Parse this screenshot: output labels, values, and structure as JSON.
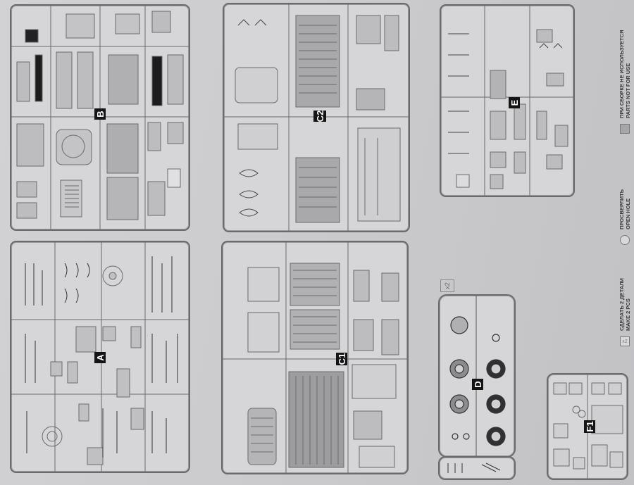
{
  "sheet": {
    "sprues": [
      {
        "id": "B",
        "label": "B"
      },
      {
        "id": "C2",
        "label": "C2"
      },
      {
        "id": "E",
        "label": "E"
      },
      {
        "id": "A",
        "label": "A"
      },
      {
        "id": "C1",
        "label": "C1"
      },
      {
        "id": "D",
        "label": "D"
      },
      {
        "id": "F1",
        "label": "F1"
      }
    ],
    "x2_tag": "x2"
  },
  "legend": {
    "make2": {
      "icon": "x2",
      "ru": "СДЕЛАТЬ 2 ДЕТАЛИ",
      "en": "MAKE 2 PCS"
    },
    "drill": {
      "ru": "ПРОСВЕРЛИТЬ",
      "en": "OPEN HOLE"
    },
    "notuse": {
      "ru": "ПРИ СБОРКЕ НЕ ИСПОЛЬЗУЕТСЯ",
      "en": "PARTS NOT FOR USE"
    }
  },
  "colors": {
    "sprue_frame": "#6b6b6e",
    "part_fill": "#b9b9bc",
    "unused_part_fill": "#a6a6a9",
    "gate_label_bg": "#141414"
  }
}
